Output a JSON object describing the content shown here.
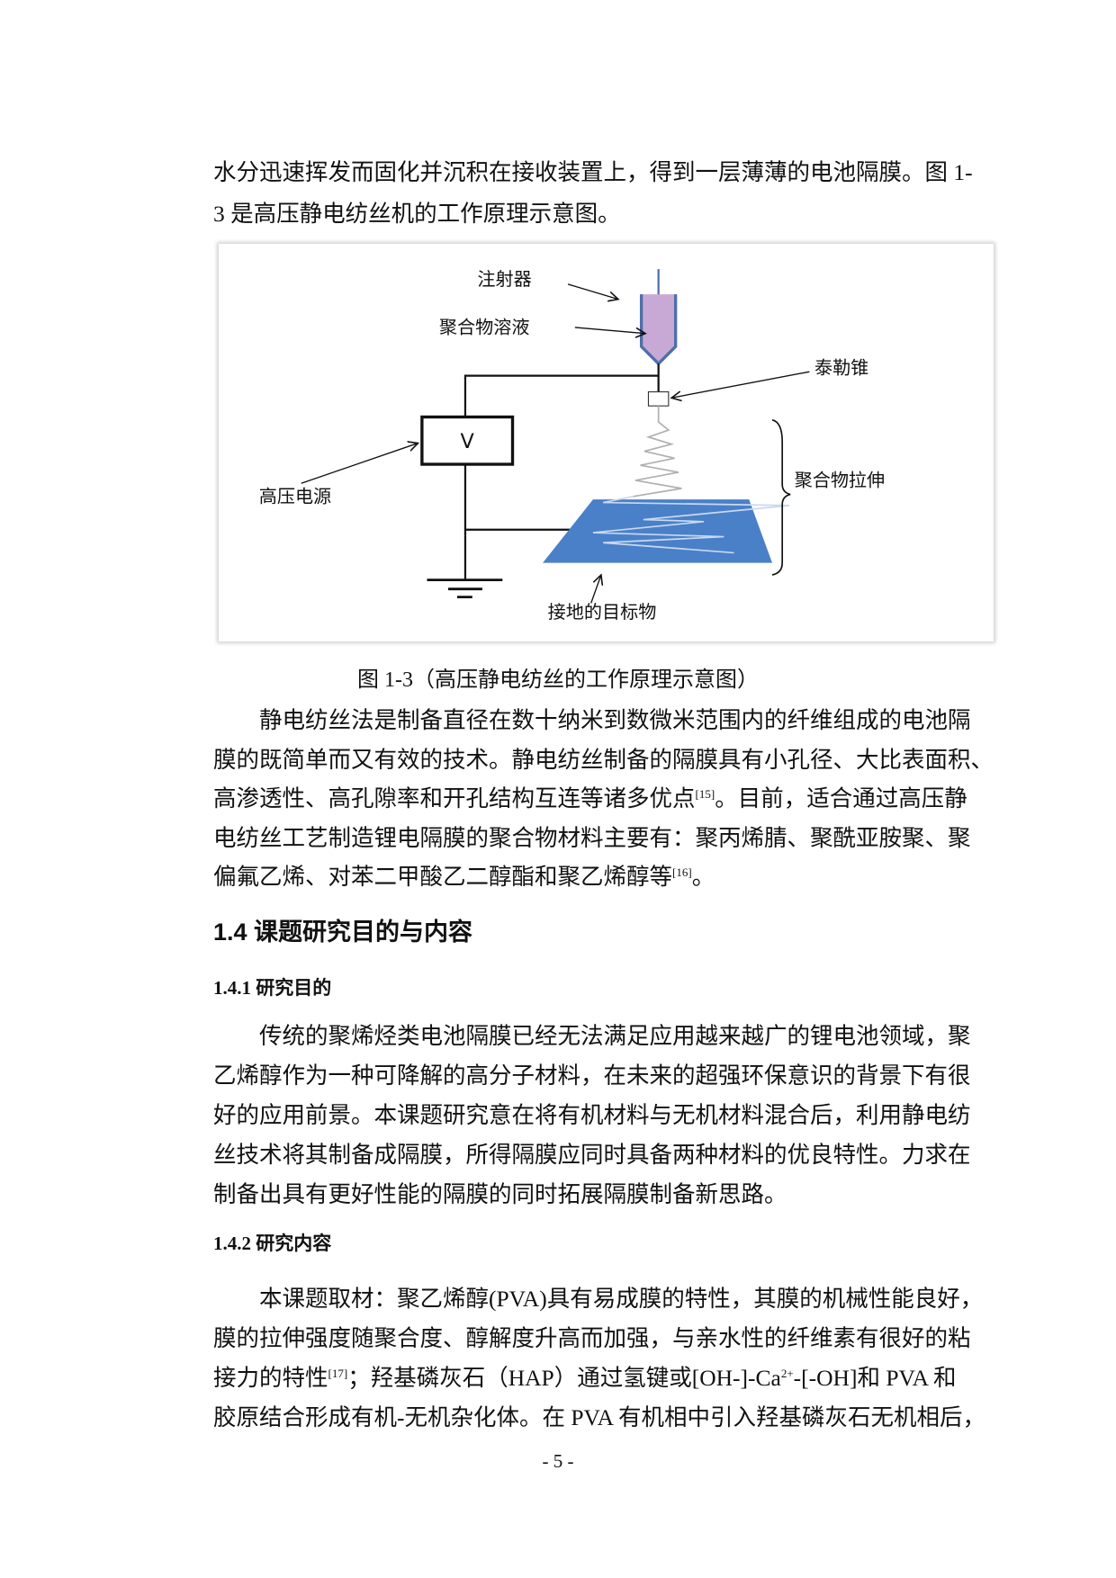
{
  "intro": {
    "lines": [
      {
        "text": "水分迅速挥发而固化并沉积在接收装置上，得到一层薄薄的电池隔膜。图 1-",
        "full": true
      },
      {
        "text": "3 是高压静电纺丝机的工作原理示意图。",
        "full": false
      }
    ]
  },
  "figure": {
    "labels": {
      "syringe": "注射器",
      "polymer_solution": "聚合物溶液",
      "taylor_cone": "泰勒锥",
      "high_voltage_supply": "高压电源",
      "voltage_symbol": "V",
      "polymer_stretching": "聚合物拉伸",
      "grounded_target": "接地的目标物"
    },
    "colors": {
      "syringe_fill": "#c8a9d6",
      "syringe_outline": "#4f6fa8",
      "collector": "#4a80c8"
    },
    "caption": "图 1-3（高压静电纺丝的工作原理示意图）"
  },
  "para1": {
    "lines": [
      {
        "text": "静电纺丝法是制备直径在数十纳米到数微米范围内的纤维组成的电池隔",
        "indent": true,
        "full": true
      },
      {
        "text": "膜的既简单而又有效的技术。静电纺丝制备的隔膜具有小孔径、大比表面积、",
        "full": true
      },
      {
        "text": "高渗透性、高孔隙率和开孔结构互连等诸多优点",
        "sup": "[15]",
        "after": "。目前，适合通过高压静",
        "full": true
      },
      {
        "text": "电纺丝工艺制造锂电隔膜的聚合物材料主要有：聚丙烯腈、聚酰亚胺聚、聚",
        "full": true
      },
      {
        "text": "偏氟乙烯、对苯二甲酸乙二醇酯和聚乙烯醇等",
        "sup": "[16]",
        "after": "。",
        "full": false
      }
    ]
  },
  "section": {
    "heading": "1.4 课题研究目的与内容",
    "sub1": "1.4.1 研究目的",
    "sub2": "1.4.2 研究内容"
  },
  "para2": {
    "lines": [
      {
        "text": "传统的聚烯烃类电池隔膜已经无法满足应用越来越广的锂电池领域，聚",
        "indent": true,
        "full": true
      },
      {
        "text": "乙烯醇作为一种可降解的高分子材料，在未来的超强环保意识的背景下有很",
        "full": true
      },
      {
        "text": "好的应用前景。本课题研究意在将有机材料与无机材料混合后，利用静电纺",
        "full": true
      },
      {
        "text": "丝技术将其制备成隔膜，所得隔膜应同时具备两种材料的优良特性。力求在",
        "full": true
      },
      {
        "text": "制备出具有更好性能的隔膜的同时拓展隔膜制备新思路。",
        "full": false
      }
    ]
  },
  "para3": {
    "lines": [
      {
        "text": "本课题取材：聚乙烯醇(PVA)具有易成膜的特性，其膜的机械性能良好，",
        "indent": true,
        "full": true
      },
      {
        "text": "膜的拉伸强度随聚合度、醇解度升高而加强，与亲水性的纤维素有很好的粘",
        "full": true
      },
      {
        "text": "接力的特性",
        "sup": "[17]",
        "after": "；羟基磷灰石（HAP）通过氢键或[OH-]-Ca",
        "sup2": "2+",
        "after2": "-[-OH]和 PVA 和",
        "full": true
      },
      {
        "text": "胶原结合形成有机-无机杂化体。在 PVA 有机相中引入羟基磷灰石无机相后，",
        "full": true
      }
    ]
  },
  "page_number": "- 5 -"
}
